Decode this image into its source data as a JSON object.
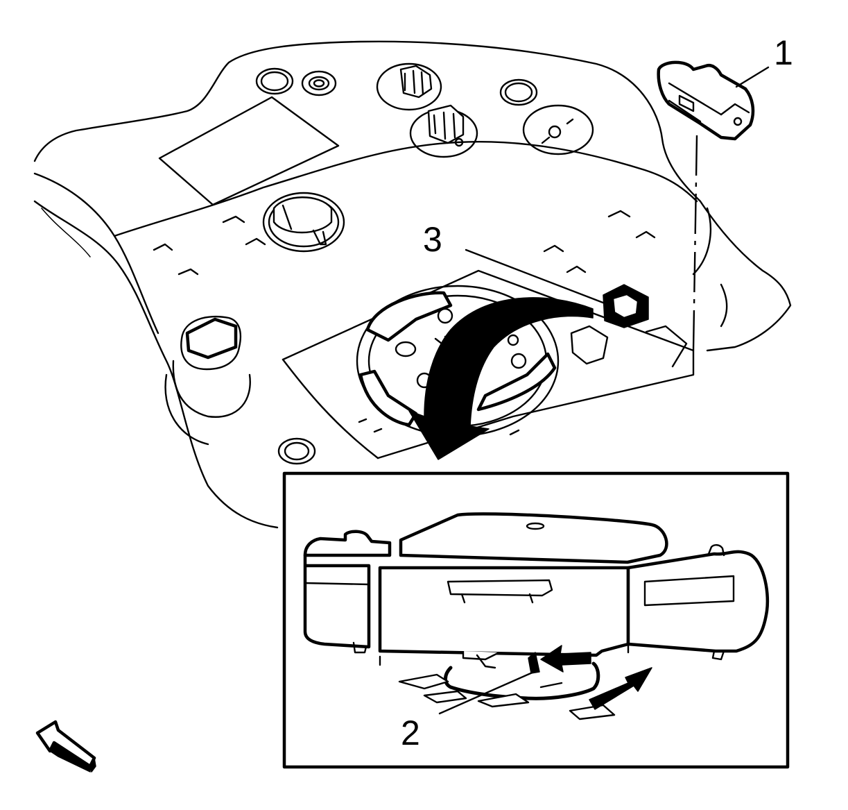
{
  "callouts": {
    "one": "1",
    "two": "2",
    "three": "3"
  },
  "colors": {
    "line": "#000000",
    "background": "#ffffff"
  },
  "icons": {
    "orientation_arrow": "forward-direction-arrow-icon",
    "rotation_arrow": "curved-rotation-arrow-icon"
  }
}
